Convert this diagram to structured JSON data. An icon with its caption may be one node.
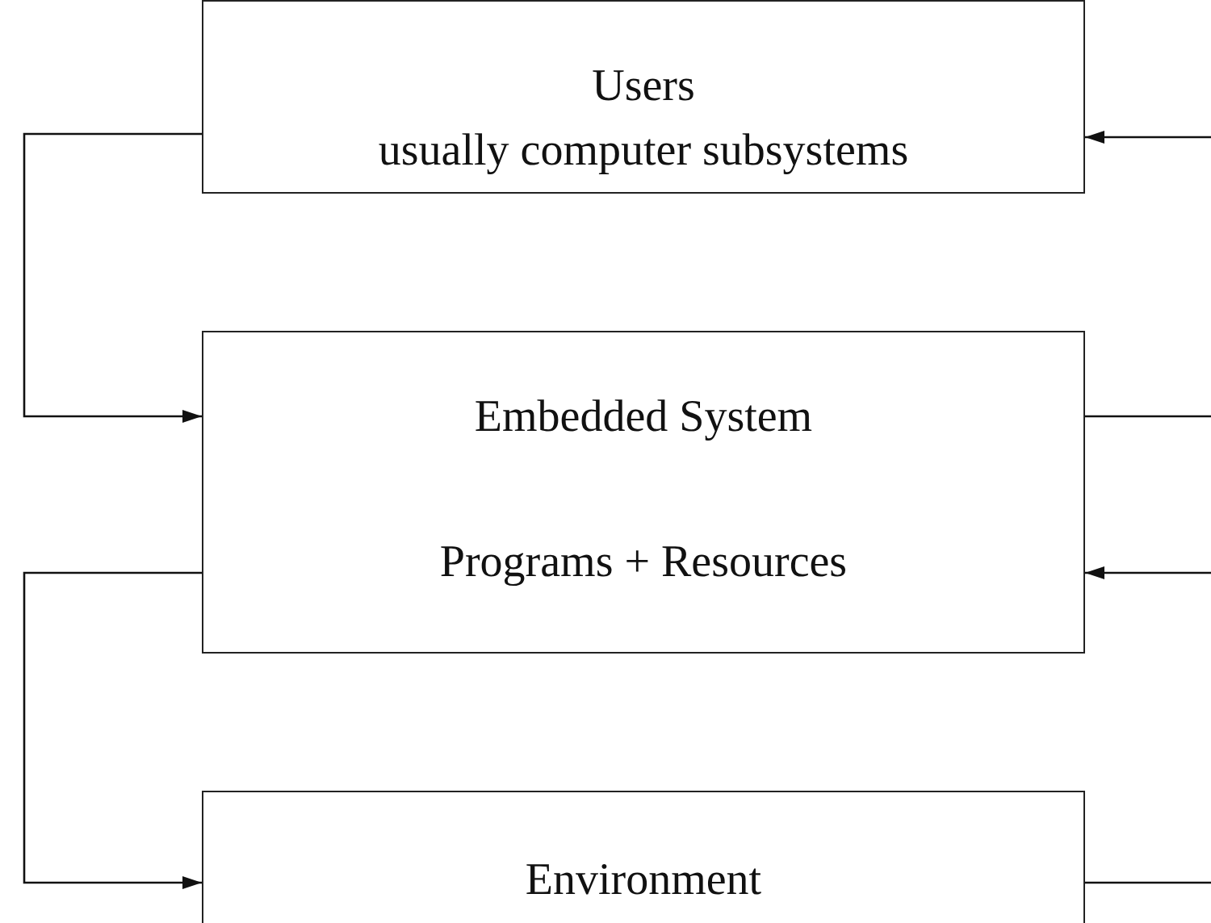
{
  "diagram": {
    "nodes": [
      {
        "text": [
          "Users",
          "usually computer subsystems"
        ]
      },
      {
        "text": [
          "Embedded System",
          "Programs + Resources"
        ]
      },
      {
        "text": [
          "Environment"
        ]
      }
    ],
    "edges": [
      {
        "from": 0,
        "to": 1,
        "arrow": "to"
      },
      {
        "from": 1,
        "to": 2,
        "arrow": "to"
      },
      {
        "from": null,
        "to": 0,
        "arrow": "to"
      },
      {
        "from": 1,
        "to": null,
        "arrow": "none"
      },
      {
        "from": null,
        "to": 1,
        "arrow": "to"
      },
      {
        "from": 2,
        "to": null,
        "arrow": "none"
      }
    ]
  }
}
